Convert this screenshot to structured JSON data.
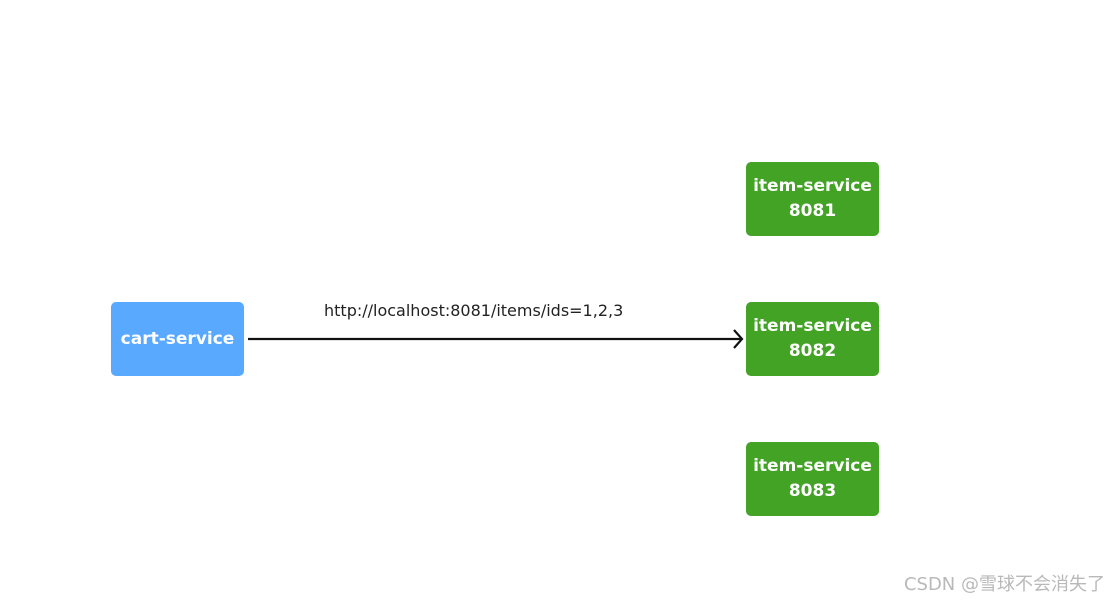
{
  "colors": {
    "cart_service": "#58a9ff",
    "item_service": "#42a325",
    "arrow": "#111111"
  },
  "diagram": {
    "source_node": {
      "label": "cart-service"
    },
    "target_nodes": [
      {
        "name": "item-service",
        "port": "8081"
      },
      {
        "name": "item-service",
        "port": "8082"
      },
      {
        "name": "item-service",
        "port": "8083"
      }
    ],
    "edge": {
      "label": "http://localhost:8081/items/ids=1,2,3",
      "from": "cart-service",
      "to_index": 1
    }
  },
  "watermark": "CSDN @雪球不会消失了"
}
